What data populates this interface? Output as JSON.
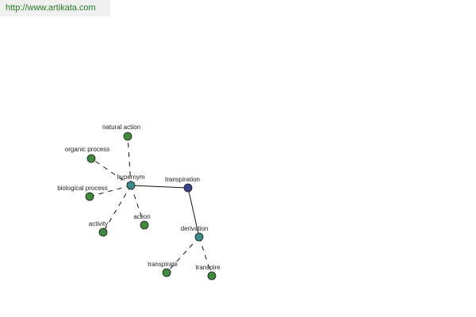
{
  "site": {
    "url": "http://www.artikata.com"
  },
  "colors": {
    "leaf": "#3f8a3f",
    "relation": "#3a8a8a",
    "root": "#3a3f8a",
    "edge": "#111111"
  },
  "graph": {
    "nodes": [
      {
        "id": "transpiration",
        "label": "transpiration",
        "kind": "root"
      },
      {
        "id": "hypernym",
        "label": "hypernym",
        "kind": "relation"
      },
      {
        "id": "derivation",
        "label": "derivation",
        "kind": "relation"
      },
      {
        "id": "natural-action",
        "label": "natural action",
        "kind": "leaf"
      },
      {
        "id": "organic-process",
        "label": "organic process",
        "kind": "leaf"
      },
      {
        "id": "biological-process",
        "label": "biological process",
        "kind": "leaf"
      },
      {
        "id": "activity",
        "label": "activity",
        "kind": "leaf"
      },
      {
        "id": "action",
        "label": "action",
        "kind": "leaf"
      },
      {
        "id": "transpirate",
        "label": "transpirate",
        "kind": "leaf"
      },
      {
        "id": "transpire",
        "label": "transpire",
        "kind": "leaf"
      }
    ],
    "edges": [
      {
        "from": "hypernym",
        "to": "transpiration",
        "style": "solid"
      },
      {
        "from": "transpiration",
        "to": "derivation",
        "style": "solid"
      },
      {
        "from": "hypernym",
        "to": "natural-action",
        "style": "dashed"
      },
      {
        "from": "hypernym",
        "to": "organic-process",
        "style": "dashed"
      },
      {
        "from": "hypernym",
        "to": "biological-process",
        "style": "dashed"
      },
      {
        "from": "hypernym",
        "to": "activity",
        "style": "dashed"
      },
      {
        "from": "hypernym",
        "to": "action",
        "style": "dashed"
      },
      {
        "from": "derivation",
        "to": "transpirate",
        "style": "dashed"
      },
      {
        "from": "derivation",
        "to": "transpire",
        "style": "dashed"
      }
    ]
  }
}
